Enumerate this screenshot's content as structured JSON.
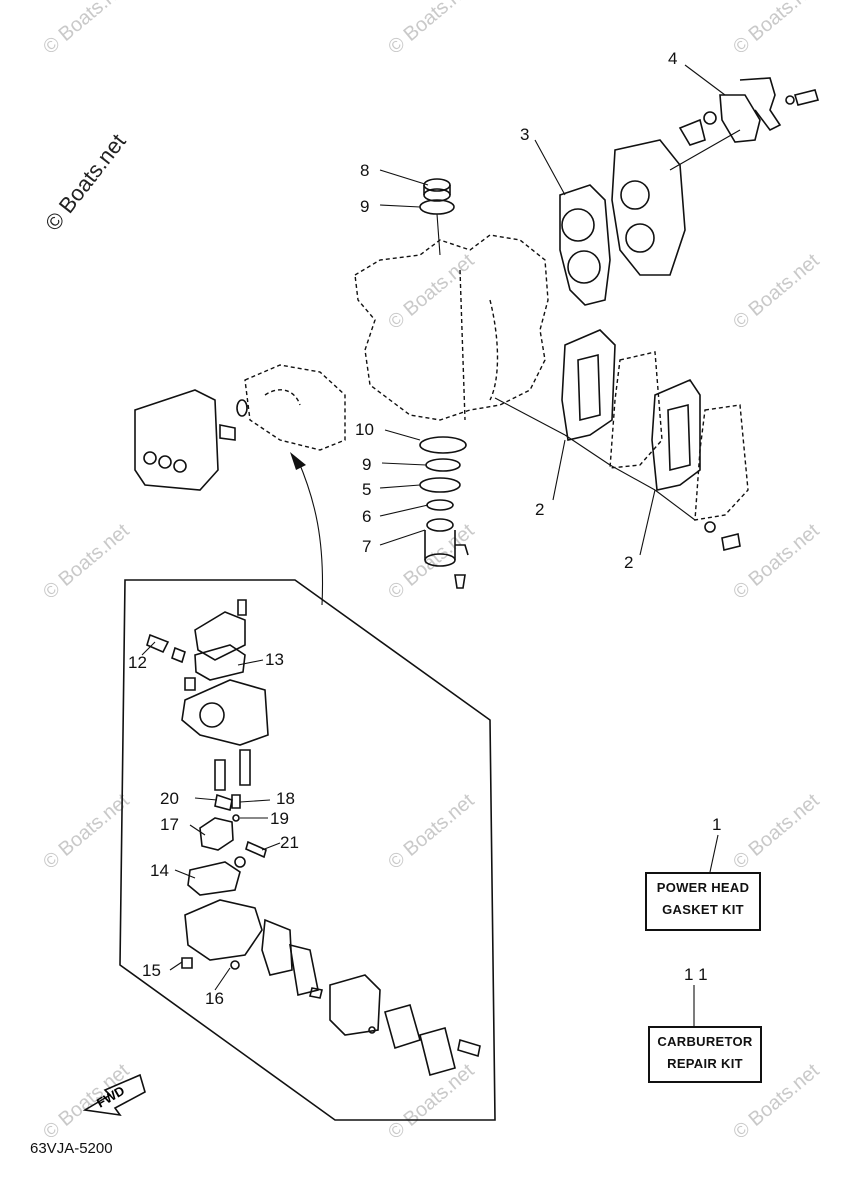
{
  "watermark": "© Boats.net",
  "side_watermark": "© Boats.net",
  "diagram_code": "63VJA-5200",
  "fwd_label": "FWD",
  "kits": [
    {
      "callout": "1",
      "line1": "POWER HEAD",
      "line2": "GASKET KIT"
    },
    {
      "callout": "1 1",
      "line1": "CARBURETOR",
      "line2": "REPAIR KIT"
    }
  ],
  "callouts": {
    "c2a": "2",
    "c2b": "2",
    "c3": "3",
    "c4": "4",
    "c5": "5",
    "c6": "6",
    "c7": "7",
    "c8": "8",
    "c9a": "9",
    "c9b": "9",
    "c10": "10",
    "c12": "12",
    "c13": "13",
    "c14": "14",
    "c15": "15",
    "c16": "16",
    "c17": "17",
    "c18": "18",
    "c19": "19",
    "c20": "20",
    "c21": "21"
  }
}
